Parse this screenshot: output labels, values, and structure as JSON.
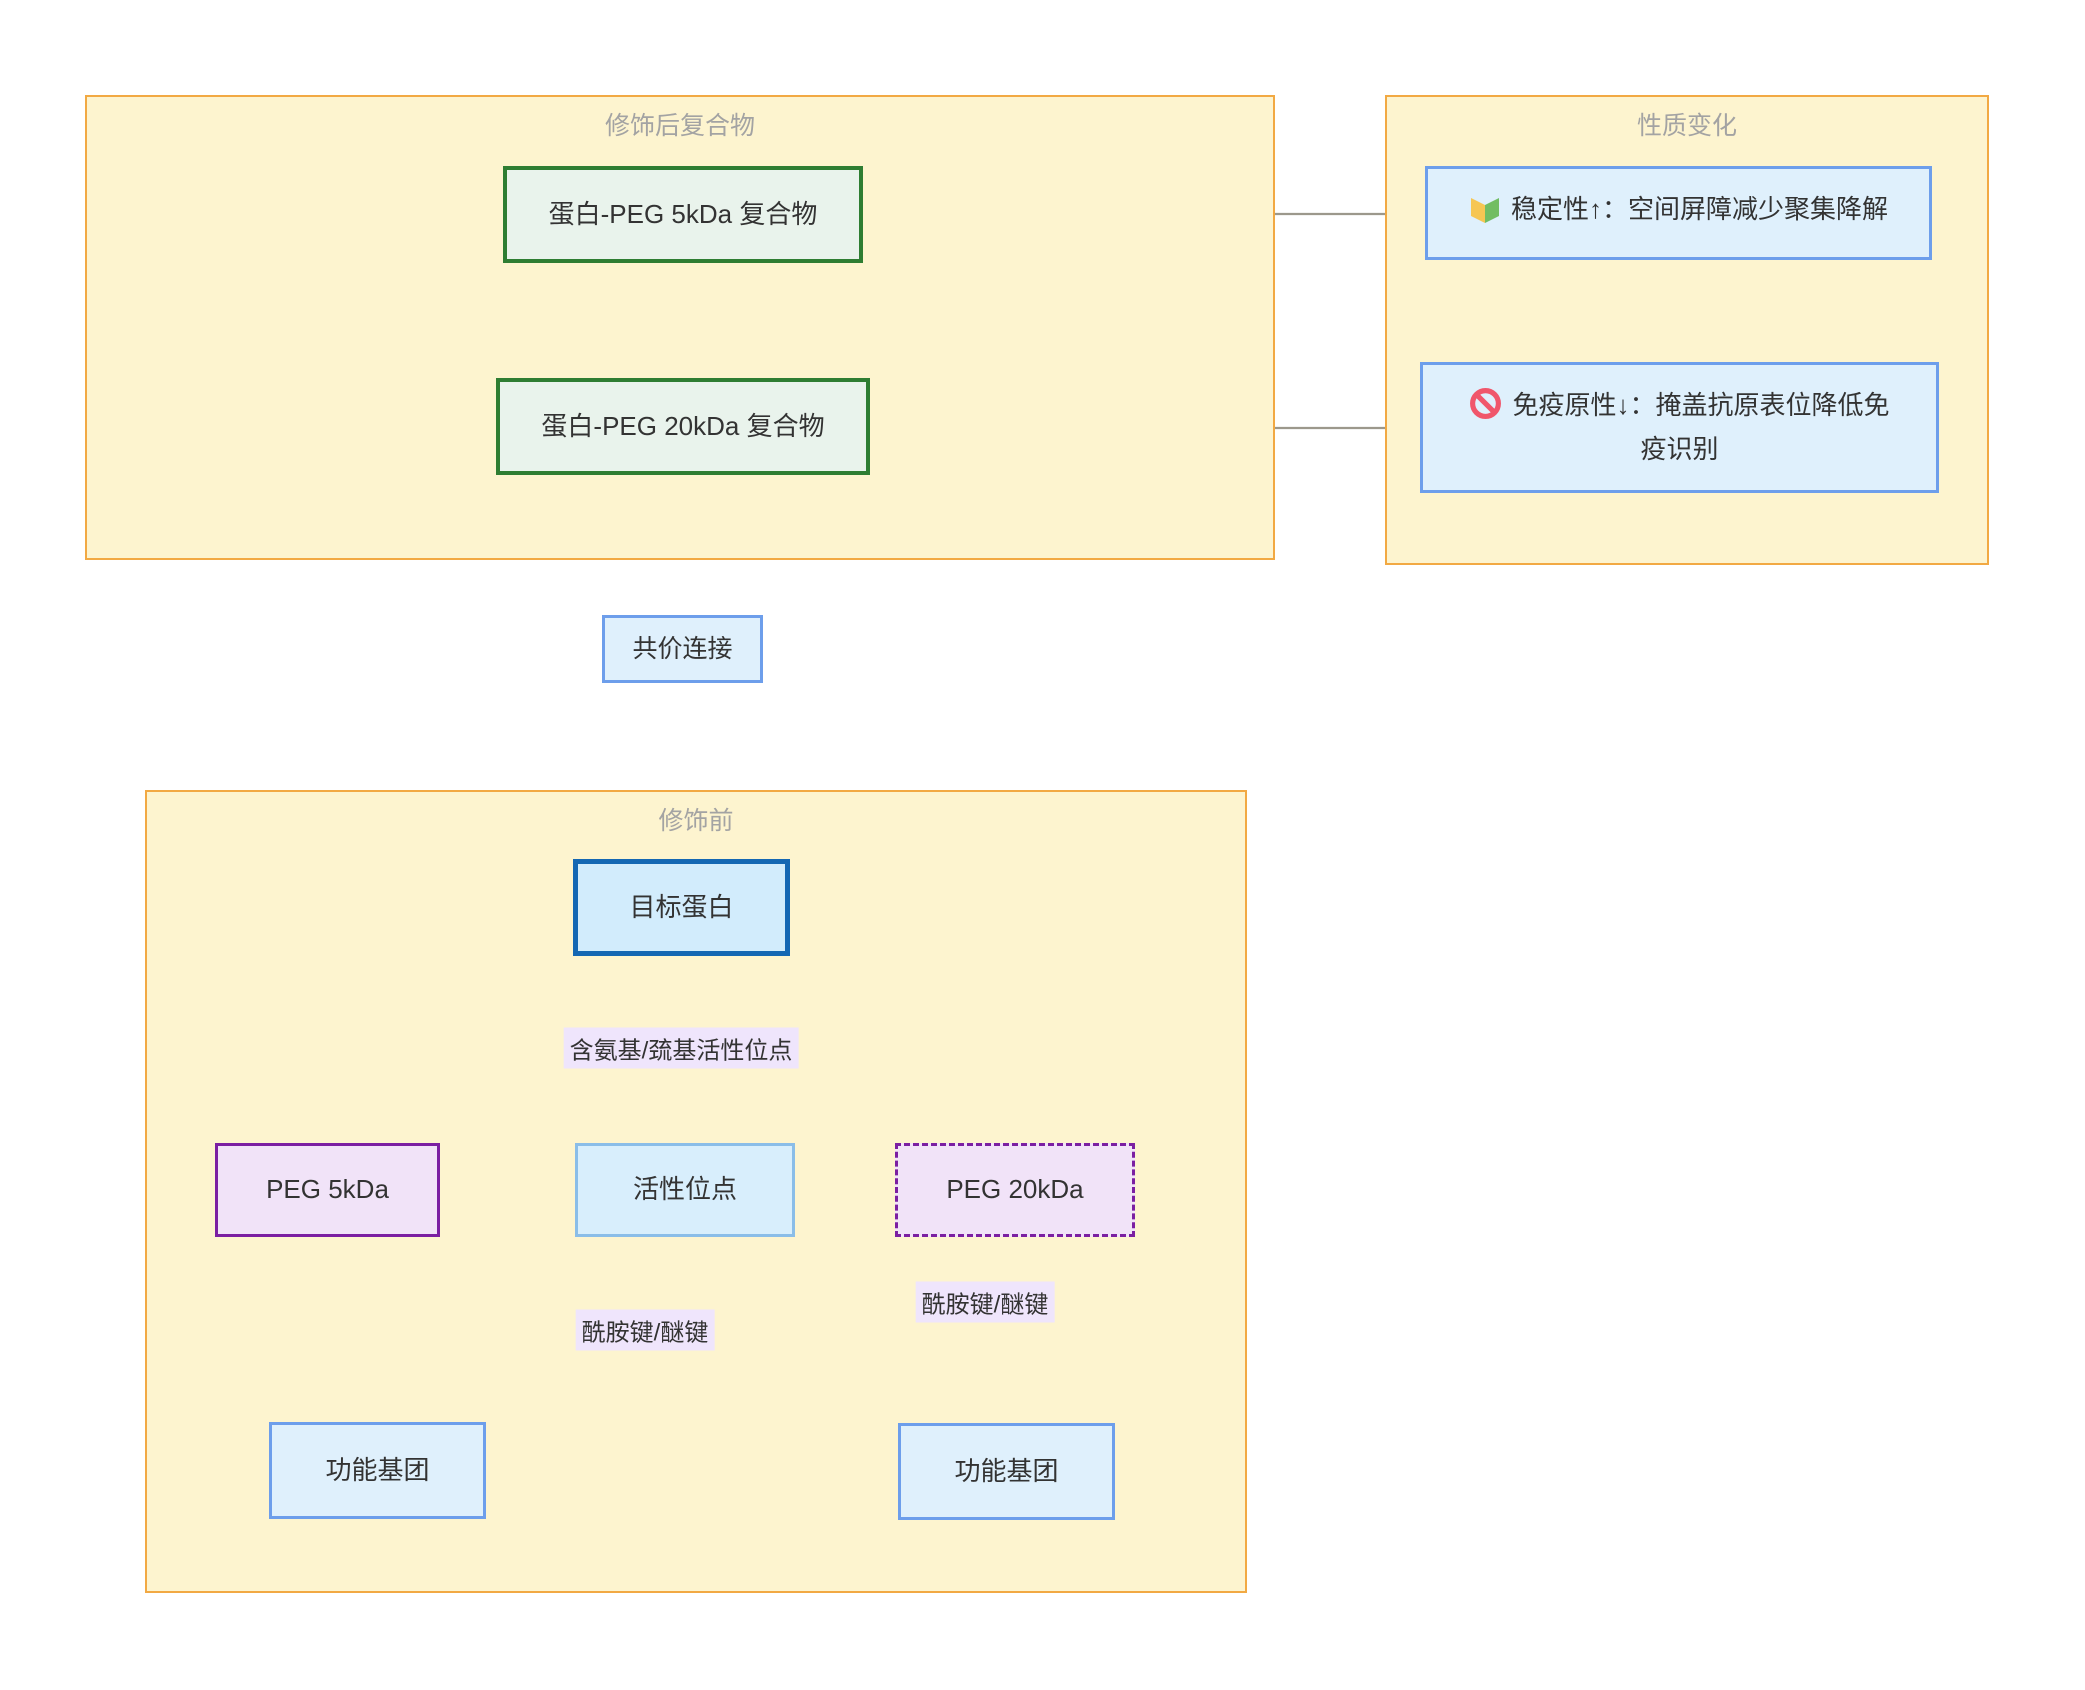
{
  "groups": {
    "modified": {
      "title": "修饰后复合物"
    },
    "properties": {
      "title": "性质变化"
    },
    "before": {
      "title": "修饰前"
    }
  },
  "nodes": {
    "protein_peg5_complex": {
      "label": "蛋白-PEG 5kDa 复合物"
    },
    "protein_peg20_complex": {
      "label": "蛋白-PEG 20kDa 复合物"
    },
    "stability": {
      "icon": "beginner-badge",
      "label": "稳定性↑：空间屏障减少聚集降解"
    },
    "immunogenicity": {
      "icon": "prohibited",
      "label": "免疫原性↓：掩盖抗原表位降低免疫识别"
    },
    "covalent_link": {
      "label": "共价连接"
    },
    "target_protein": {
      "label": "目标蛋白"
    },
    "active_site": {
      "label": "活性位点"
    },
    "peg_5kda": {
      "label": "PEG 5kDa"
    },
    "peg_20kda": {
      "label": "PEG 20kDa"
    },
    "functional_group_left": {
      "label": "功能基团"
    },
    "functional_group_right": {
      "label": "功能基团"
    }
  },
  "edge_labels": {
    "active_site_edge": "含氨基/巯基活性位点",
    "bond_left": "酰胺键/醚键",
    "bond_right": "酰胺键/醚键"
  },
  "colors": {
    "canvas-bg": "#ffffff",
    "group-fill": "#fdf4cf",
    "group-border": "#f2a943",
    "group-title": "#a3a3a3",
    "text": "#333333",
    "green-fill": "#e9f3ec",
    "green-border": "#2e7d32",
    "blue-fill": "#dff0fc",
    "blue-border": "#6d9eeb",
    "active-fill": "#d8eefc",
    "active-border": "#8abde8",
    "target-fill": "#d2ecfc",
    "target-border": "#1467b3",
    "purple-fill": "#f1e3f8",
    "purple-border": "#7b1fa2",
    "label-bg": "#efe5fc",
    "line": "#9c988c",
    "arrow-fill": "#a8a295",
    "arrow-stroke": "#5f5b4e",
    "icon-yellow": "#f6c653",
    "icon-green": "#71bd63",
    "icon-red": "#f0566b"
  }
}
